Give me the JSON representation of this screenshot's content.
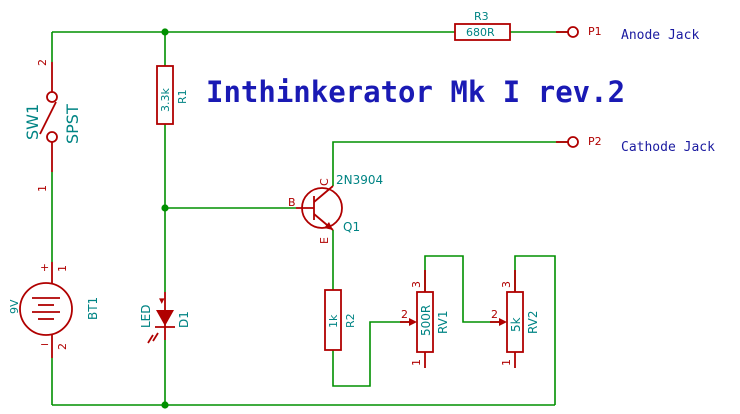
{
  "title": "Inthinkerator Mk I rev.2",
  "connectors": {
    "p1": {
      "ref": "P1",
      "label": "Anode Jack"
    },
    "p2": {
      "ref": "P2",
      "label": "Cathode Jack"
    }
  },
  "switch": {
    "ref": "SW1",
    "value": "SPST",
    "pin1": "1",
    "pin2": "2"
  },
  "battery": {
    "ref": "BT1",
    "value": "9V",
    "pin1": "1",
    "pin2": "2",
    "plus": "+",
    "minus": "−"
  },
  "r1": {
    "ref": "R1",
    "value": "3.3k"
  },
  "r2": {
    "ref": "R2",
    "value": "1k"
  },
  "r3": {
    "ref": "R3",
    "value": "680R"
  },
  "led": {
    "ref": "D1",
    "value": "LED"
  },
  "transistor": {
    "ref": "Q1",
    "value": "2N3904",
    "base": "B",
    "collector": "C",
    "emitter": "E"
  },
  "rv1": {
    "ref": "RV1",
    "value": "500R",
    "pin1": "1",
    "pin2": "2",
    "pin3": "3"
  },
  "rv2": {
    "ref": "RV2",
    "value": "5k",
    "pin1": "1",
    "pin2": "2",
    "pin3": "3"
  }
}
